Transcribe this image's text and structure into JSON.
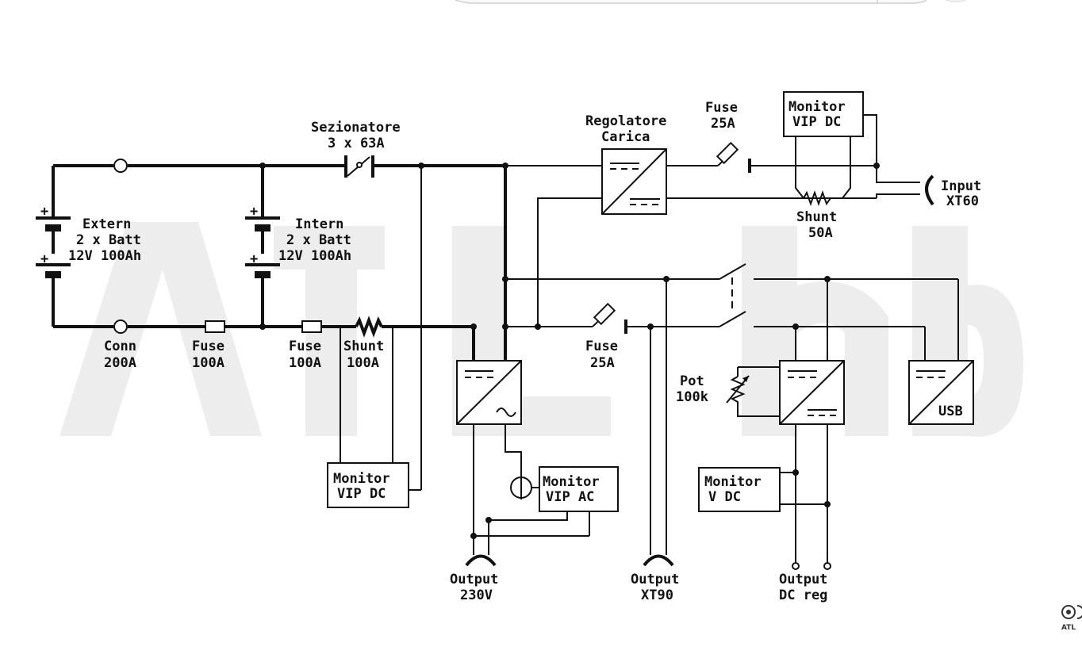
{
  "labels": {
    "sezionatore": [
      "Sezionatore",
      "3 x 63A"
    ],
    "regolatore": [
      "Regolatore",
      "Carica"
    ],
    "fuse_in": [
      "Fuse",
      "25A"
    ],
    "monitor_in": [
      "Monitor",
      "VIP DC"
    ],
    "input": [
      "Input",
      "XT60"
    ],
    "shunt_in": [
      "Shunt",
      "50A"
    ],
    "extern": [
      "Extern",
      "2 x Batt",
      "12V 100Ah"
    ],
    "intern": [
      "Intern",
      "2 x Batt",
      "12V 100Ah"
    ],
    "conn": [
      "Conn",
      "200A"
    ],
    "fuse1": [
      "Fuse",
      "100A"
    ],
    "fuse2": [
      "Fuse",
      "100A"
    ],
    "shunt_batt": [
      "Shunt",
      "100A"
    ],
    "fuse_out": [
      "Fuse",
      "25A"
    ],
    "pot": [
      "Pot",
      "100k"
    ],
    "usb": "USB",
    "monitor_batt": [
      "Monitor",
      "VIP DC"
    ],
    "monitor_ac": [
      "Monitor",
      "VIP AC"
    ],
    "monitor_v": [
      "Monitor",
      "V DC"
    ],
    "out230": [
      "Output",
      "230V"
    ],
    "outxt90": [
      "Output",
      "XT90"
    ],
    "outdc": [
      "Output",
      "DC reg"
    ],
    "plus": "+"
  },
  "watermark": {
    "text": "ATL"
  }
}
